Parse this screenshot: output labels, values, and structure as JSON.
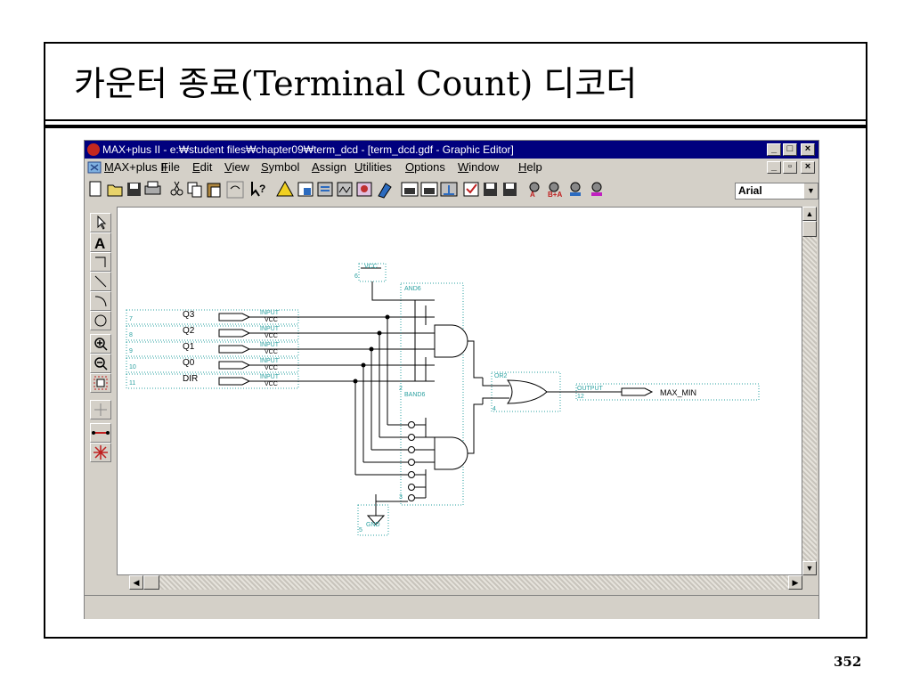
{
  "slide": {
    "title": "카운터 종료(Terminal Count) 디코더",
    "page_number": "352"
  },
  "window": {
    "title": "MAX+plus II - e:₩student files₩chapter09₩term_dcd - [term_dcd.gdf - Graphic Editor]",
    "menu": [
      {
        "pre": "",
        "u": "M",
        "post": "AX+plus II"
      },
      {
        "pre": "",
        "u": "F",
        "post": "ile"
      },
      {
        "pre": "",
        "u": "E",
        "post": "dit"
      },
      {
        "pre": "",
        "u": "V",
        "post": "iew"
      },
      {
        "pre": "",
        "u": "S",
        "post": "ymbol"
      },
      {
        "pre": "",
        "u": "A",
        "post": "ssign"
      },
      {
        "pre": "",
        "u": "U",
        "post": "tilities"
      },
      {
        "pre": "",
        "u": "O",
        "post": "ptions"
      },
      {
        "pre": "",
        "u": "W",
        "post": "indow"
      },
      {
        "pre": "",
        "u": "H",
        "post": "elp"
      }
    ],
    "font_selector": "Arial"
  },
  "schematic": {
    "inputs": [
      {
        "pin": "7",
        "name": "Q3",
        "prim": "INPUT",
        "vcc": "VCC"
      },
      {
        "pin": "8",
        "name": "Q2",
        "prim": "INPUT",
        "vcc": "VCC"
      },
      {
        "pin": "9",
        "name": "Q1",
        "prim": "INPUT",
        "vcc": "VCC"
      },
      {
        "pin": "10",
        "name": "Q0",
        "prim": "INPUT",
        "vcc": "VCC"
      },
      {
        "pin": "11",
        "name": "DIR",
        "prim": "INPUT",
        "vcc": "VCC"
      }
    ],
    "vcc_label": "VCC",
    "vcc_pin": "6",
    "and1_label": "AND6",
    "and2_label": "BAND6",
    "and2_pin": "2",
    "and2_pin2": "3",
    "or_label": "OR2",
    "or_pin": "4",
    "gnd_label": "GND",
    "gnd_pin": "5",
    "output_prim": "OUTPUT",
    "output_pin": "12",
    "output_name": "MAX_MIN"
  }
}
